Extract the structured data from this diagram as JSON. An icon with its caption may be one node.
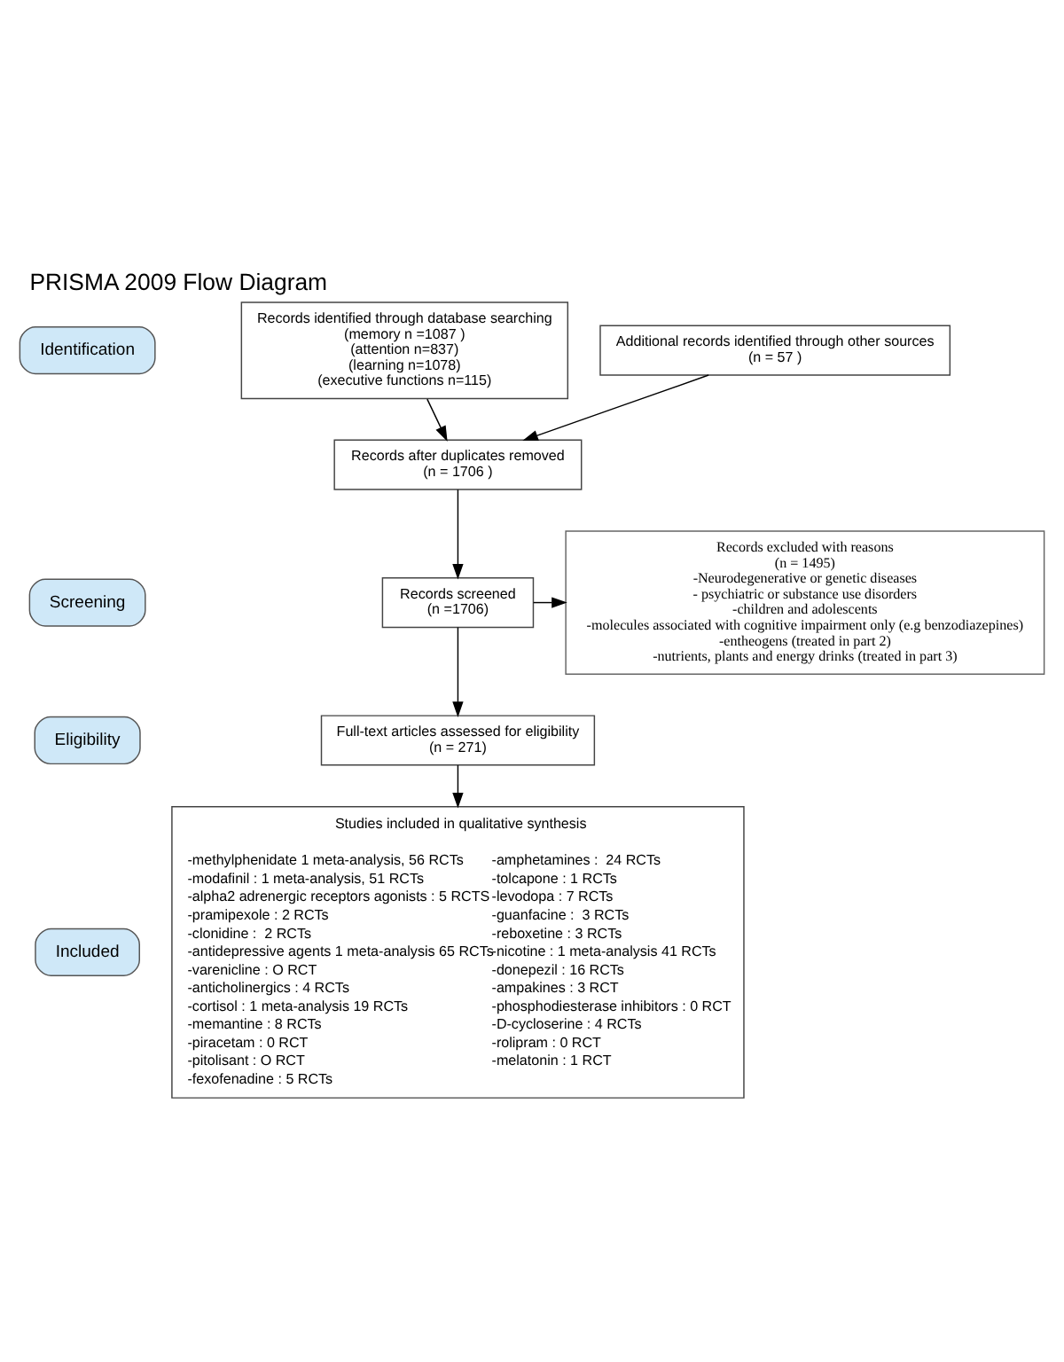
{
  "diagram": {
    "title": "PRISMA 2009 Flow Diagram",
    "nodes": [
      {
        "text": [
          "Identification"
        ]
      },
      {
        "text": [
          "Screening"
        ]
      },
      {
        "text": [
          "Eligibility"
        ]
      },
      {
        "text": [
          "Included"
        ]
      },
      {
        "text": [
          "Records identified through database searching",
          "(memory n =1087 )",
          "(attention n=837)",
          "(learning n=1078)",
          "(executive functions n=115)"
        ]
      },
      {
        "text": [
          "Additional records identified through other sources",
          "(n = 57 )"
        ]
      },
      {
        "text": [
          "Records after duplicates removed",
          "(n = 1706 )"
        ]
      },
      {
        "text": [
          "Records screened",
          "(n =1706)"
        ]
      },
      {
        "text": [
          "Records excluded with reasons",
          "(n = 1495)",
          "-Neurodegenerative or genetic diseases",
          "- psychiatric or substance use disorders",
          "-children and adolescents",
          "-molecules associated with cognitive impairment only (e.g benzodiazepines)",
          "-entheogens (treated in part 2)",
          "-nutrients, plants and energy drinks (treated in part 3)"
        ]
      },
      {
        "text": [
          "Full-text articles assessed for eligibility",
          "(n = 271)"
        ]
      },
      {
        "text": [
          "Studies included in qualitative synthesis",
          "-methylphenidate 1 meta-analysis, 56 RCTs",
          "-modafinil : 1 meta-analysis, 51 RCTs",
          "-alpha2 adrenergic receptors agonists : 5 RCTS",
          "-pramipexole : 2 RCTs",
          "-clonidine :  2 RCTs",
          "-antidepressive agents 1 meta-analysis 65 RCTs",
          "-varenicline : O RCT",
          "-anticholinergics : 4 RCTs",
          "-cortisol : 1 meta-analysis 19 RCTs",
          "-memantine : 8 RCTs",
          "-piracetam : 0 RCT",
          "-pitolisant : O RCT",
          "-fexofenadine : 5 RCTs",
          "-amphetamines :  24 RCTs",
          "-tolcapone : 1 RCTs",
          "-levodopa : 7 RCTs",
          "-guanfacine :  3 RCTs",
          "-reboxetine : 3 RCTs",
          "-nicotine : 1 meta-analysis 41 RCTs",
          "-donepezil : 16 RCTs",
          "-ampakines : 3 RCT",
          "-phosphodiesterase inhibitors : 0 RCT",
          "-D-cycloserine : 4 RCTs",
          "-rolipram : 0 RCT",
          "-melatonin : 1 RCT"
        ]
      }
    ],
    "edges": [
      {
        "from": 4,
        "to": 6,
        "arrow": "to"
      },
      {
        "from": 5,
        "to": 6,
        "arrow": "to"
      },
      {
        "from": 6,
        "to": 7,
        "arrow": "to"
      },
      {
        "from": 7,
        "to": 8,
        "arrow": "to"
      },
      {
        "from": 7,
        "to": 9,
        "arrow": "to"
      },
      {
        "from": 9,
        "to": 10,
        "arrow": "to"
      }
    ]
  }
}
